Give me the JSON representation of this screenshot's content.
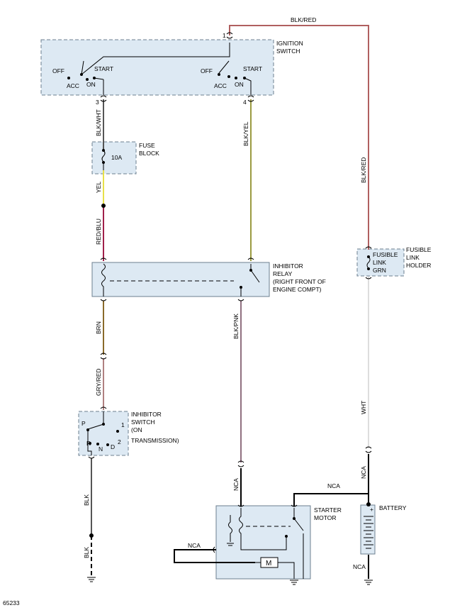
{
  "diagram": {
    "figure_id": "65233",
    "components": {
      "ignition_switch": {
        "label_line1": "IGNITION",
        "label_line2": "SWITCH",
        "left": {
          "off": "OFF",
          "acc": "ACC",
          "on": "ON",
          "start": "START"
        },
        "right": {
          "off": "OFF",
          "acc": "ACC",
          "on": "ON",
          "start": "START"
        },
        "pin1": "1",
        "pin3": "3",
        "pin4": "4"
      },
      "fuse_block": {
        "label_line1": "FUSE",
        "label_line2": "BLOCK",
        "rating": "10A"
      },
      "fusible_link": {
        "label_line1": "FUSIBLE",
        "label_line2": "LINK",
        "label_line3": "GRN",
        "holder_line1": "FUSIBLE",
        "holder_line2": "LINK",
        "holder_line3": "HOLDER"
      },
      "inhibitor_relay": {
        "label_line1": "INHIBITOR",
        "label_line2": "RELAY",
        "label_line3": "(RIGHT FRONT OF",
        "label_line4": "ENGINE COMPT)"
      },
      "inhibitor_switch": {
        "label_line1": "INHIBITOR",
        "label_line2": "SWITCH",
        "label_line3": "(ON",
        "label_line4": "TRANSMISSION)",
        "pos_p": "P",
        "pos_1": "1",
        "pos_r": "R",
        "pos_n": "N",
        "pos_d": "D",
        "pos_2": "2"
      },
      "starter_motor": {
        "label_line1": "STARTER",
        "label_line2": "MOTOR",
        "motor_symbol": "M"
      },
      "battery": {
        "label": "BATTERY",
        "plus": "+"
      }
    },
    "wires": {
      "blk_red_top": "BLK/RED",
      "blk_red_side": "BLK/RED",
      "blk_wht": "BLK/WHT",
      "blk_yel": "BLK/YEL",
      "yel": "YEL",
      "red_blu": "RED/BLU",
      "brn": "BRN",
      "gry_red": "GRY/RED",
      "blk_pnk": "BLK/PNK",
      "wht": "WHT",
      "nca_battery_top": "NCA",
      "nca_battery_cable": "NCA",
      "nca_battery_ground": "NCA",
      "nca_starter_feed": "NCA",
      "nca_starter_ground": "NCA",
      "blk_1": "BLK",
      "blk_2": "BLK"
    },
    "colors": {
      "blk_red": "#b06060",
      "yellow": "#e8e048",
      "red_blu": "#a0204a",
      "brown": "#8a6a2a",
      "gry_red": "#b08080",
      "blk_pnk": "#907080",
      "blk_yel": "#9a9a40",
      "white": "#dddddd",
      "black": "#000000",
      "component_fill": "#dde9f3"
    }
  }
}
